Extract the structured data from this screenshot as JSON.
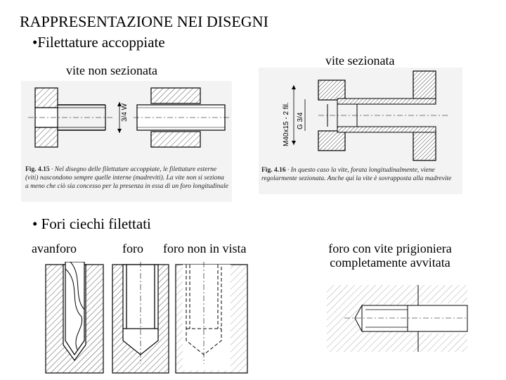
{
  "title": "RAPPRESENTAZIONE NEI DISEGNI",
  "bullet1": "•Filettature accoppiate",
  "label_non_sezionata": "vite non sezionata",
  "label_sezionata": "vite sezionata",
  "fig415": {
    "dim_label": "3/4 W",
    "caption_num": "Fig. 4.15",
    "caption_text": "· Nel disegno delle filettature accoppiate, le filettature esterne (viti) nascondono sempre quelle interne (madreviti). La vite non si seziona a meno che ciò sia concesso per la presenza in essa di un foro longitudinale"
  },
  "fig416": {
    "dim_label_1": "M40x15 - 2 fil.",
    "dim_label_2": "G 3/4",
    "caption_num": "Fig. 4.16",
    "caption_text": "· In questo caso la vite, forata longitudinalmente, viene regolarmente sezionata. Anche qui la vite è sovrapposta alla madrevite"
  },
  "bullet2": "• Fori ciechi filettati",
  "label_avanforo": "avanforo",
  "label_foro": "foro",
  "label_foro_non_vista": "foro non in vista",
  "label_prigioniera_1": "foro con vite prigioniera",
  "label_prigioniera_2": "completamente avvitata"
}
